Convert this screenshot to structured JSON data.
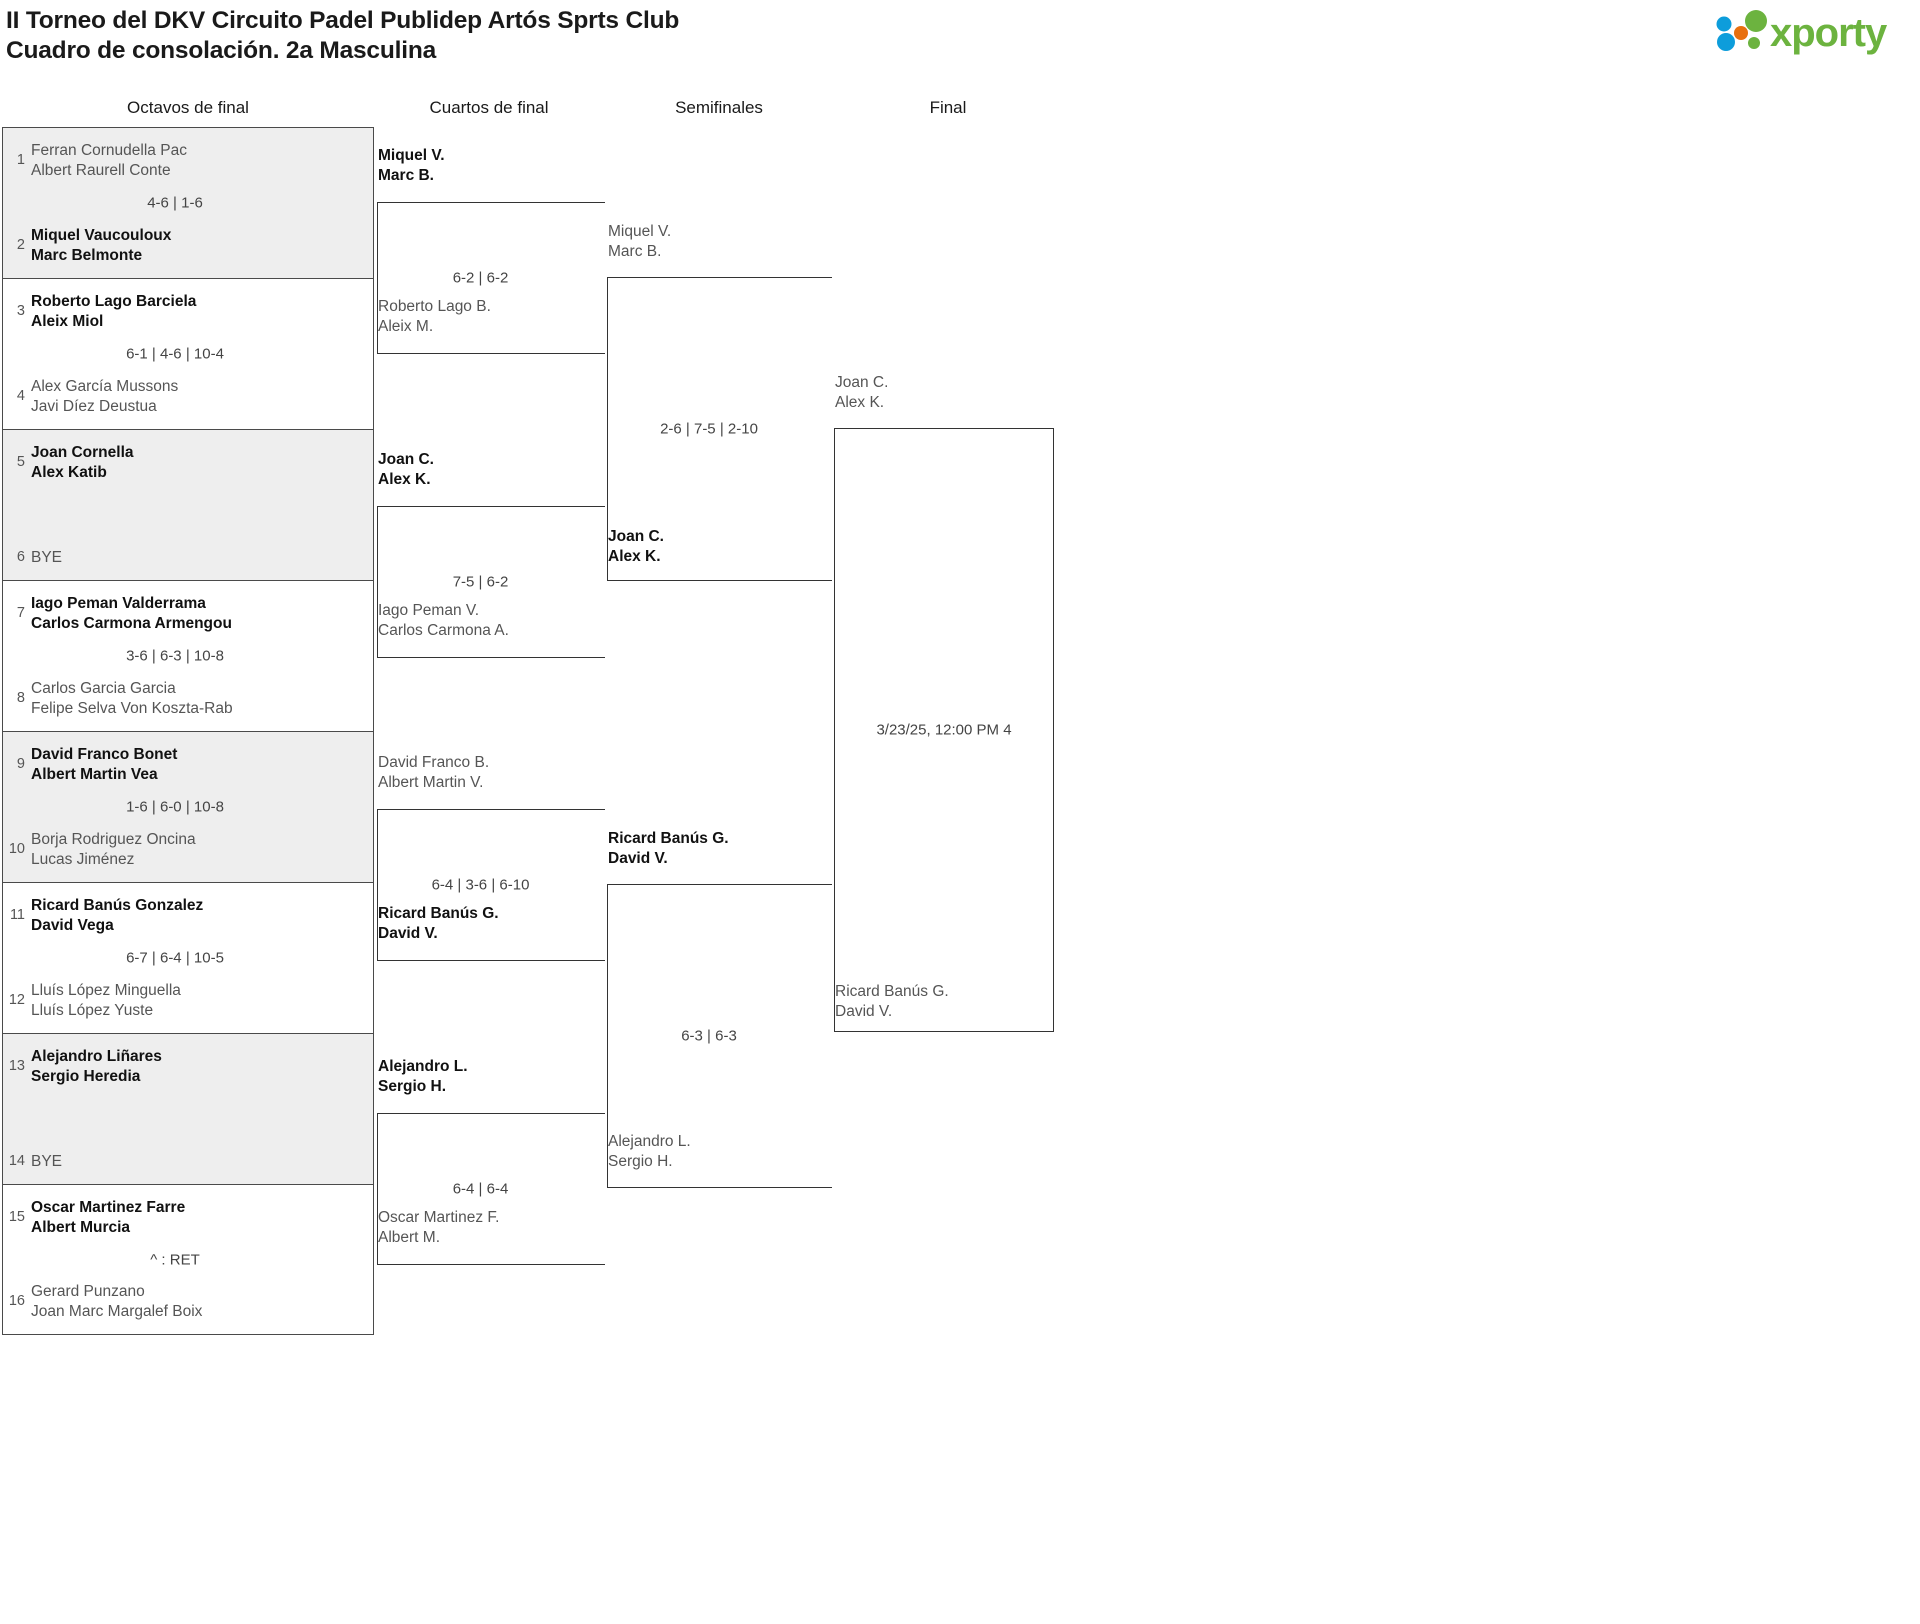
{
  "header": {
    "title_line1": "II Torneo del DKV Circuito Padel Publidep Artós Sprts Club",
    "title_line2": "Cuadro de consolación. 2a Masculina",
    "logo_text": "xporty",
    "logo_colors": {
      "green": "#6cb33f",
      "blue": "#0d9ddb",
      "orange": "#e8700f"
    }
  },
  "rounds": [
    {
      "label": "Octavos de final"
    },
    {
      "label": "Cuartos de final"
    },
    {
      "label": "Semifinales"
    },
    {
      "label": "Final"
    }
  ],
  "round1": [
    {
      "shaded": true,
      "top": {
        "seed": "1",
        "p1": "Ferran Cornudella Pac",
        "p2": "Albert Raurell Conte",
        "result": "lose"
      },
      "bottom": {
        "seed": "2",
        "p1": "Miquel Vaucouloux",
        "p2": "Marc Belmonte",
        "result": "win"
      },
      "score": "4-6 | 1-6"
    },
    {
      "shaded": false,
      "top": {
        "seed": "3",
        "p1": "Roberto Lago Barciela",
        "p2": "Aleix Miol",
        "result": "win"
      },
      "bottom": {
        "seed": "4",
        "p1": "Alex García Mussons",
        "p2": "Javi Díez Deustua",
        "result": "lose"
      },
      "score": "6-1 | 4-6 | 10-4"
    },
    {
      "shaded": true,
      "top": {
        "seed": "5",
        "p1": "Joan Cornella",
        "p2": "Alex Katib",
        "result": "win"
      },
      "bottom": {
        "seed": "6",
        "bye": "BYE",
        "result": "lose"
      },
      "score": ""
    },
    {
      "shaded": false,
      "top": {
        "seed": "7",
        "p1": "Iago Peman Valderrama",
        "p2": "Carlos Carmona Armengou",
        "result": "win"
      },
      "bottom": {
        "seed": "8",
        "p1": "Carlos Garcia Garcia",
        "p2": "Felipe Selva Von Koszta-Rab",
        "result": "lose"
      },
      "score": "3-6 | 6-3 | 10-8"
    },
    {
      "shaded": true,
      "top": {
        "seed": "9",
        "p1": "David Franco Bonet",
        "p2": "Albert Martin Vea",
        "result": "win"
      },
      "bottom": {
        "seed": "10",
        "p1": "Borja Rodriguez Oncina",
        "p2": "Lucas Jiménez",
        "result": "lose"
      },
      "score": "1-6 | 6-0 | 10-8"
    },
    {
      "shaded": false,
      "top": {
        "seed": "11",
        "p1": "Ricard Banús Gonzalez",
        "p2": "David Vega",
        "result": "win"
      },
      "bottom": {
        "seed": "12",
        "p1": "Lluís López Minguella",
        "p2": "Lluís López Yuste",
        "result": "lose"
      },
      "score": "6-7 | 6-4 | 10-5"
    },
    {
      "shaded": true,
      "top": {
        "seed": "13",
        "p1": "Alejandro Liñares",
        "p2": "Sergio Heredia",
        "result": "win"
      },
      "bottom": {
        "seed": "14",
        "bye": "BYE",
        "result": "lose"
      },
      "score": ""
    },
    {
      "shaded": false,
      "top": {
        "seed": "15",
        "p1": "Oscar Martinez Farre",
        "p2": "Albert Murcia",
        "result": "win"
      },
      "bottom": {
        "seed": "16",
        "p1": "Gerard Punzano",
        "p2": "Joan Marc Margalef Boix",
        "result": "lose"
      },
      "score": "^ : RET"
    }
  ],
  "round2": [
    {
      "top": {
        "p1": "Miquel V.",
        "p2": "Marc B.",
        "result": "win"
      },
      "bottom": {
        "p1": "Roberto Lago B.",
        "p2": "Aleix M.",
        "result": "lose"
      },
      "score": "6-2 | 6-2"
    },
    {
      "top": {
        "p1": "Joan C.",
        "p2": "Alex K.",
        "result": "win"
      },
      "bottom": {
        "p1": "Iago Peman V.",
        "p2": "Carlos Carmona A.",
        "result": "lose"
      },
      "score": "7-5 | 6-2"
    },
    {
      "top": {
        "p1": "David Franco B.",
        "p2": "Albert Martin V.",
        "result": "lose"
      },
      "bottom": {
        "p1": "Ricard Banús G.",
        "p2": "David V.",
        "result": "win"
      },
      "score": "6-4 | 3-6 | 6-10"
    },
    {
      "top": {
        "p1": "Alejandro L.",
        "p2": "Sergio H.",
        "result": "win"
      },
      "bottom": {
        "p1": "Oscar Martinez F.",
        "p2": "Albert M.",
        "result": "lose"
      },
      "score": "6-4 | 6-4"
    }
  ],
  "round3": [
    {
      "top": {
        "p1": "Miquel V.",
        "p2": "Marc B.",
        "result": "lose"
      },
      "bottom": {
        "p1": "Joan C.",
        "p2": "Alex K.",
        "result": "win"
      },
      "score": "2-6 | 7-5 | 2-10"
    },
    {
      "top": {
        "p1": "Ricard Banús G.",
        "p2": "David V.",
        "result": "win"
      },
      "bottom": {
        "p1": "Alejandro L.",
        "p2": "Sergio H.",
        "result": "lose"
      },
      "score": "6-3 | 6-3"
    }
  ],
  "round4": {
    "top": {
      "p1": "Joan C.",
      "p2": "Alex K.",
      "result": "lose"
    },
    "bottom": {
      "p1": "Ricard Banús G.",
      "p2": "David V.",
      "result": "lose"
    },
    "schedule": "3/23/25, 12:00 PM 4"
  }
}
